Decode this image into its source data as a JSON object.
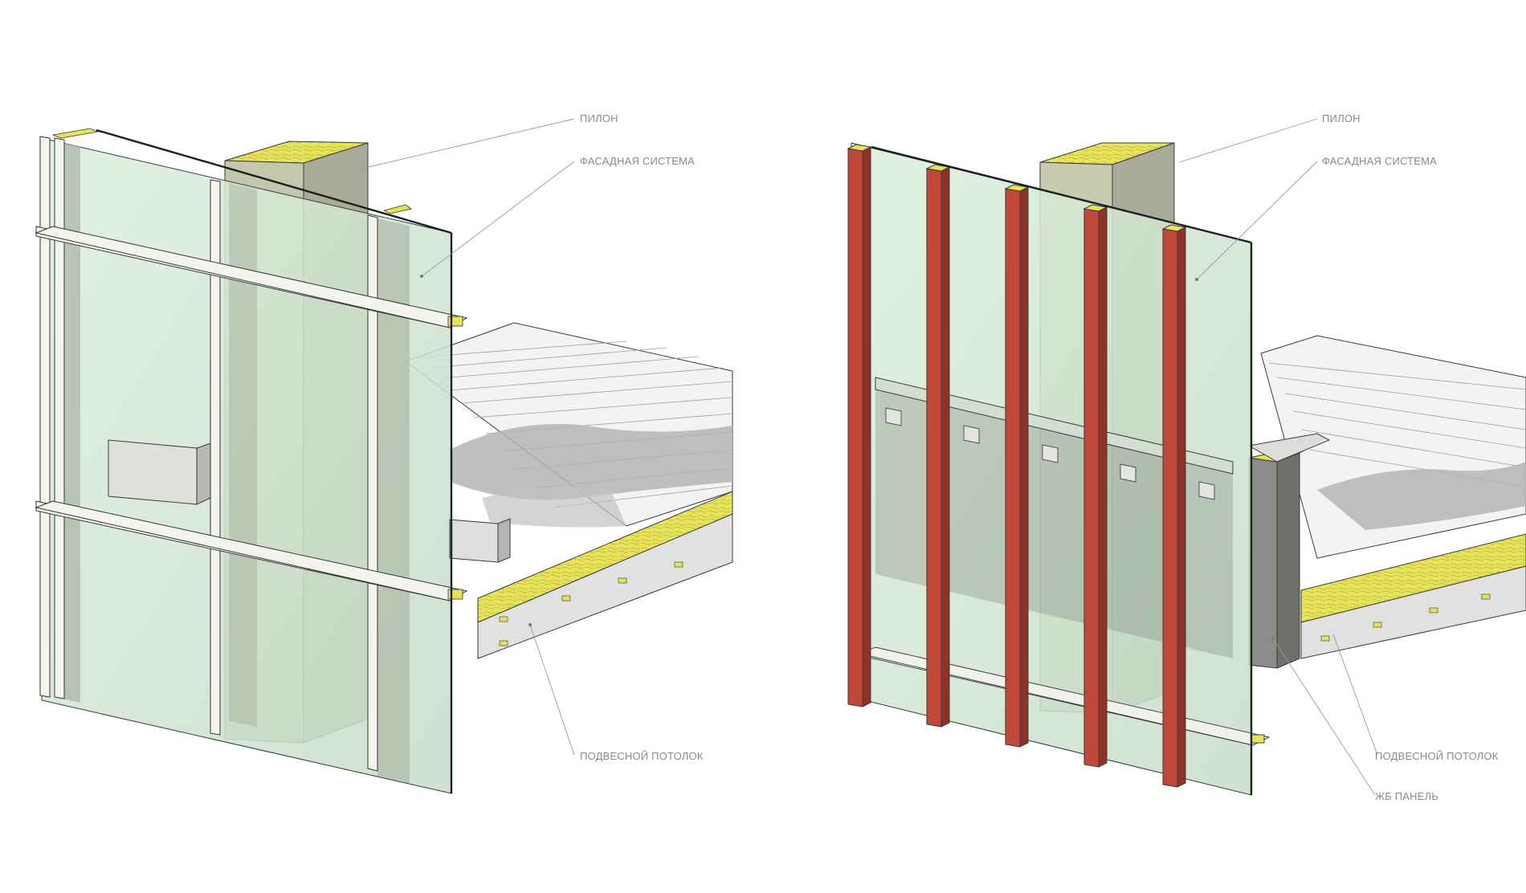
{
  "diagram": {
    "left_view": {
      "labels": {
        "pylon": "ПИЛОН",
        "facade_system": "ФАСАДНАЯ СИСТЕМА",
        "suspended_ceiling": "ПОДВЕСНОЙ ПОТОЛОК"
      }
    },
    "right_view": {
      "labels": {
        "pylon": "ПИЛОН",
        "facade_system": "ФАСАДНАЯ СИСТЕМА",
        "suspended_ceiling": "ПОДВЕСНОЙ ПОТОЛОК",
        "rc_panel": "ЖБ ПАНЕЛЬ"
      }
    },
    "colors": {
      "glass": "#d7ead8",
      "glass_dark": "#b9c9bb",
      "frame": "#f2f2ee",
      "insulation": "#e6e35a",
      "fin_red": "#c0483a",
      "pylon_face": "#b8bba2",
      "slab_top": "#f4f4f2",
      "shadow": "#b2b2b2",
      "rc_panel": "#8b8d8a"
    }
  }
}
